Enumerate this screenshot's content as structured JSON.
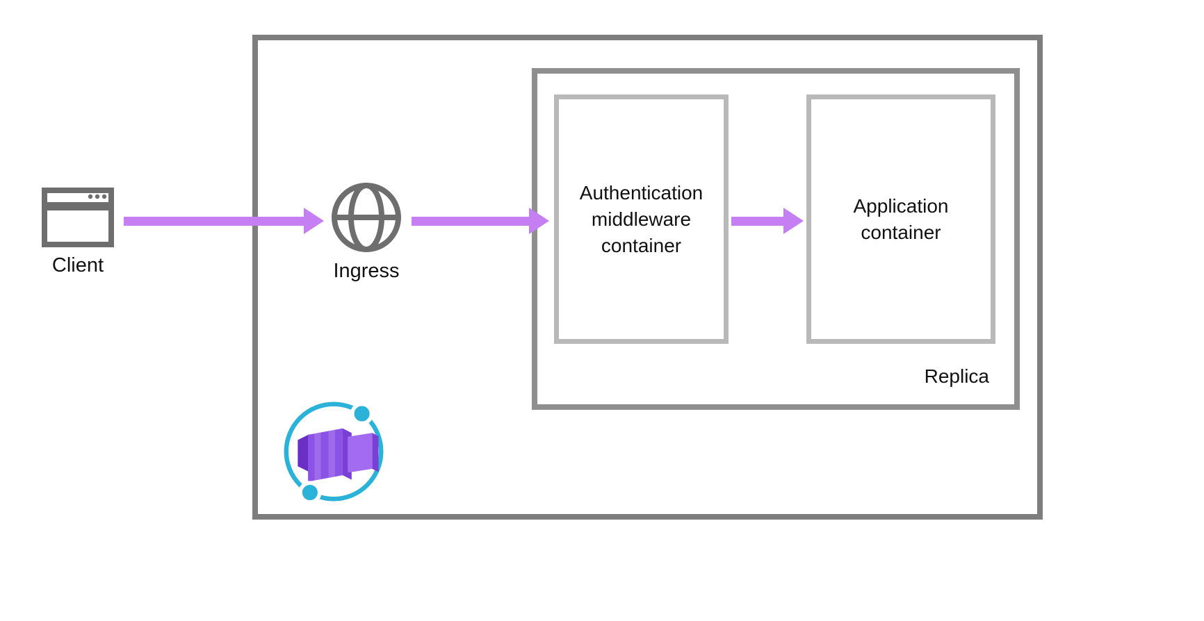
{
  "nodes": {
    "client": {
      "label": "Client",
      "icon": "browser-window-icon"
    },
    "ingress": {
      "label": "Ingress",
      "icon": "globe-icon"
    },
    "auth_container": {
      "label": "Authentication middleware container"
    },
    "app_container": {
      "label": "Application container"
    },
    "replica": {
      "label": "Replica"
    },
    "environment": {
      "icon": "azure-container-apps-icon"
    }
  },
  "connections": [
    {
      "from": "client",
      "to": "ingress"
    },
    {
      "from": "ingress",
      "to": "auth_container"
    },
    {
      "from": "auth_container",
      "to": "app_container"
    }
  ],
  "colors": {
    "text": "#111111",
    "arrow": "#c57ff2",
    "outer-border": "#7e7e7e",
    "replica-border": "#8f8f8f",
    "container-border": "#b9b9b9",
    "icon-gray": "#6e6e6e",
    "logo-teal": "#2bb2d8",
    "logo-purple": "#8b52e6",
    "logo-purple-light": "#b58cf2",
    "logo-purple-dark": "#6a2fc4",
    "logo-purple-side": "#7a3fd4",
    "logo-purple-front2": "#a36cf0",
    "logo-purple-top2": "#c9a6f6"
  }
}
